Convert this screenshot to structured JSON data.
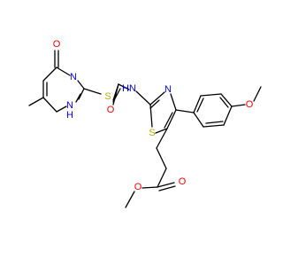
{
  "colors": {
    "bond": "#000000",
    "carbon": "#000000",
    "nitrogen": "#0000ff",
    "oxygen": "#ff0000",
    "sulfur": "#b2b200",
    "background": "#ffffff"
  },
  "molecule": {
    "atoms": [
      {
        "id": "a_o_keto",
        "text": "O",
        "element": "oxygen"
      },
      {
        "id": "a_n_pyr_top",
        "text": "N",
        "element": "nitrogen"
      },
      {
        "id": "a_nh_pyr",
        "text": "N",
        "element": "nitrogen"
      },
      {
        "id": "a_h_pyr",
        "text": "H",
        "element": "nitrogen"
      },
      {
        "id": "a_s_thioether",
        "text": "S",
        "element": "sulfur"
      },
      {
        "id": "a_n_amide",
        "text": "N",
        "element": "nitrogen"
      },
      {
        "id": "a_h_amide",
        "text": "H",
        "element": "nitrogen"
      },
      {
        "id": "a_o_amide",
        "text": "O",
        "element": "oxygen"
      },
      {
        "id": "a_n_thiazole",
        "text": "N",
        "element": "nitrogen"
      },
      {
        "id": "a_s_thiazole",
        "text": "S",
        "element": "sulfur"
      },
      {
        "id": "a_o_methoxy",
        "text": "O",
        "element": "oxygen"
      },
      {
        "id": "a_o_ester_carbonyl",
        "text": "O",
        "element": "oxygen"
      },
      {
        "id": "a_o_ester",
        "text": "O",
        "element": "oxygen"
      }
    ]
  }
}
